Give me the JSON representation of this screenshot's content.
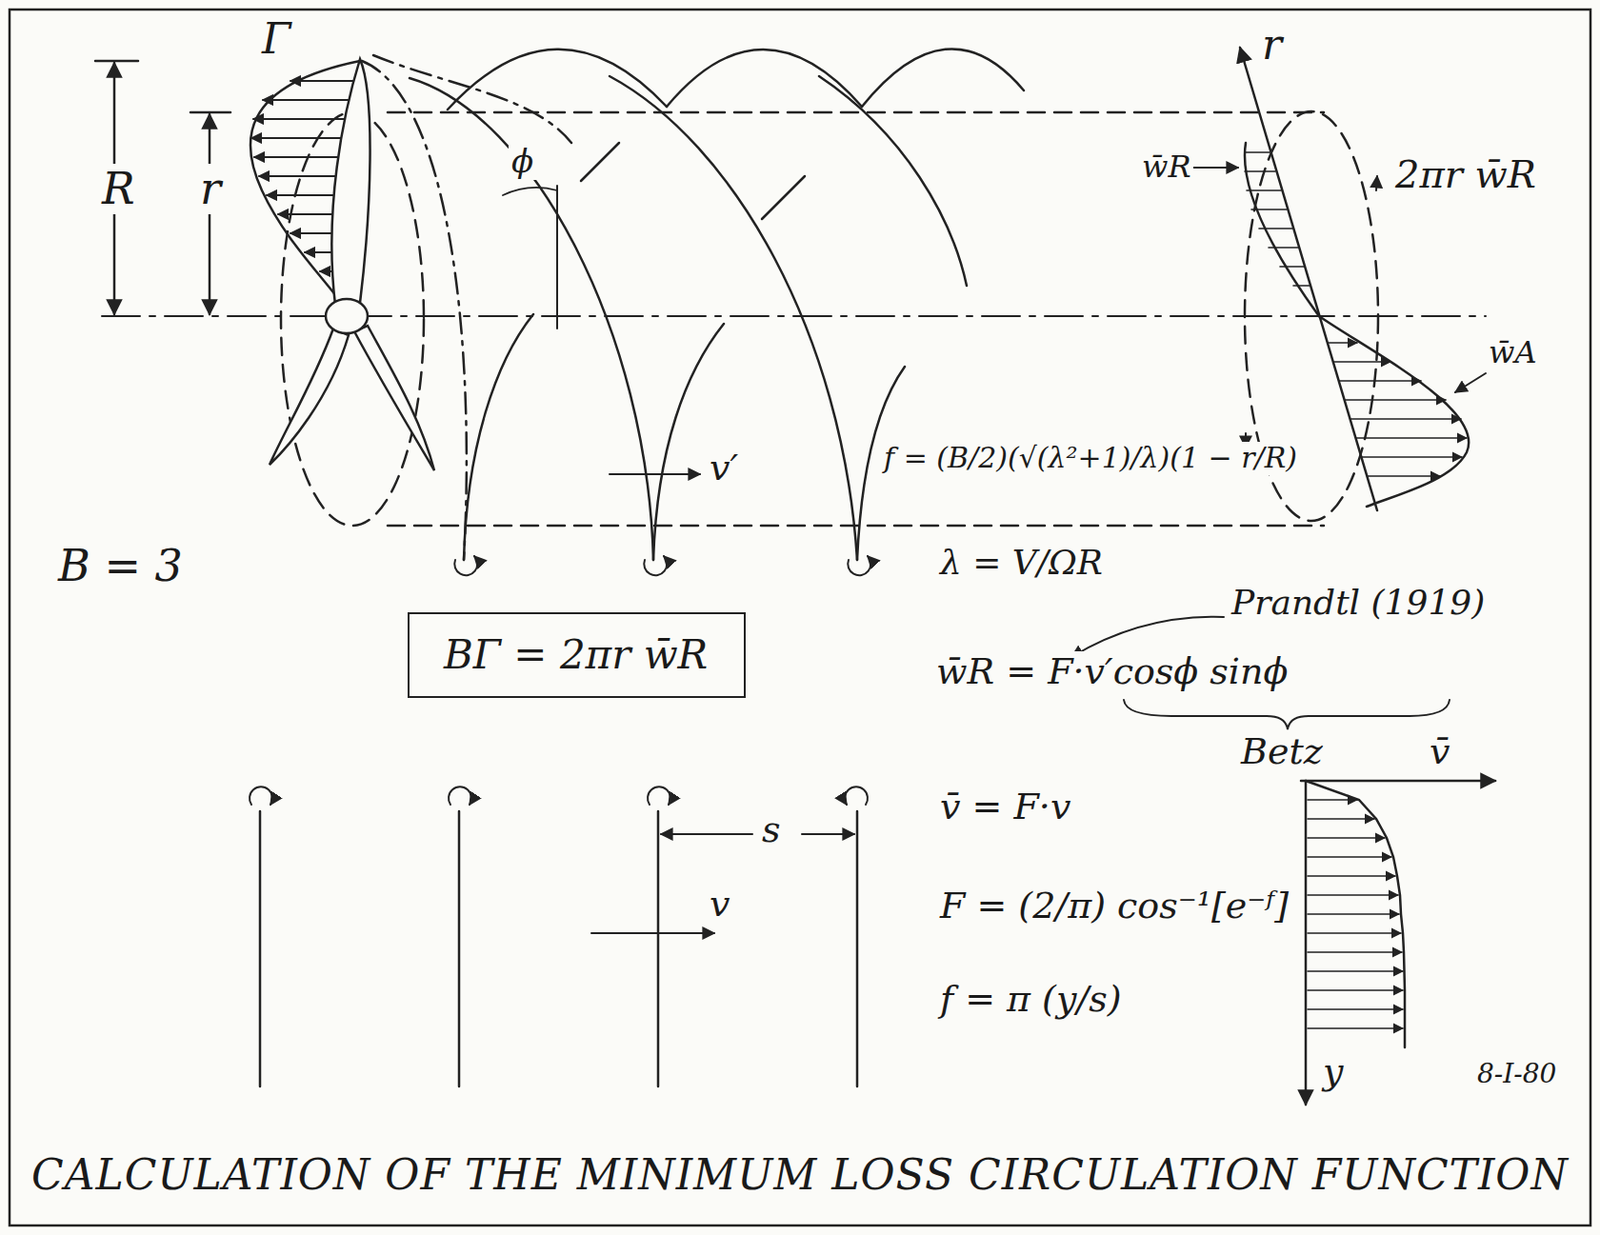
{
  "diagram": {
    "caption": "CALCULATION OF THE MINIMUM LOSS CIRCULATION FUNCTION",
    "nodes": [
      {
        "text": [
          "BΓ = 2πr w̄R"
        ]
      }
    ],
    "labels": [
      "Γ",
      "R",
      "r",
      "ϕ",
      "r",
      "w̄R",
      "2πr w̄R",
      "w̄A",
      "v′",
      "f = (B/2)(√(λ²+1)/λ)(1 − r/R)",
      "λ = V/ΩR",
      "Prandtl (1919)",
      "w̄R = F·v′cosϕ sinϕ",
      "Betz",
      "B = 3",
      "s",
      "v",
      "v̄ = F·v",
      "F = (2/π) cos⁻¹[e⁻ᶠ]",
      "f = π (y/s)",
      "v̄",
      "y",
      "8-I-80"
    ]
  }
}
